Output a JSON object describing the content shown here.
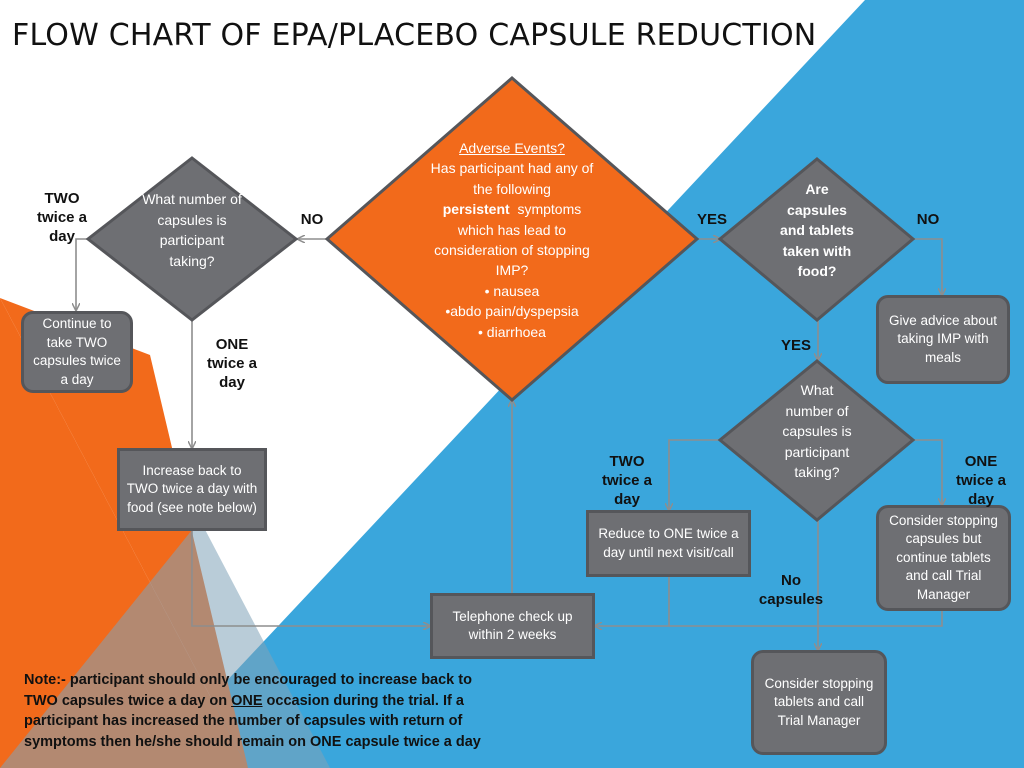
{
  "title": "FLOW CHART OF EPA/PLACEBO CAPSULE REDUCTION",
  "diamond_capsules_left": "What number of capsules is participant taking?",
  "diamond_adverse": {
    "heading": "Adverse Events?",
    "line1": "Has participant had any of the following",
    "persistent": "persistent",
    "line2": "symptoms which has lead to consideration of stopping IMP?",
    "bullets": [
      "• nausea",
      "•abdo pain/dyspepsia",
      "• diarrhoea"
    ]
  },
  "diamond_with_food": "Are capsules and tablets taken with food?",
  "diamond_capsules_right": "What number of capsules is participant taking?",
  "boxes": {
    "continue_two": "Continue to take TWO capsules twice a day",
    "increase_back": "Increase back to TWO twice a day with food (see note below)",
    "telephone": "Telephone check up within 2 weeks",
    "reduce_one": "Reduce to ONE twice a day until next visit/call",
    "give_advice": "Give advice about taking IMP with meals",
    "consider_caps": "Consider stopping capsules but continue tablets and call Trial Manager",
    "consider_tablets": "Consider stopping tablets and call Trial Manager"
  },
  "labels": {
    "two_left": "TWO twice a day",
    "one_left": "ONE twice a day",
    "no_left": "NO",
    "yes_mid": "YES",
    "no_right": "NO",
    "yes_down": "YES",
    "two_right": "TWO twice a day",
    "one_right": "ONE twice a day",
    "no_capsules": "No capsules"
  },
  "note": {
    "part1": "Note:- participant should only be encouraged to increase back to TWO capsules twice a day on",
    "one": "ONE",
    "part2": "occasion during the trial. If a participant has increased the number of capsules with return of symptoms then he/she should remain on ONE capsule twice a day"
  },
  "colors": {
    "orange": "#f26a1b",
    "blue": "#3aa6dc",
    "gray_box": "#6e6f73",
    "gray_border": "#55565a",
    "connector": "#8e8e8e"
  }
}
